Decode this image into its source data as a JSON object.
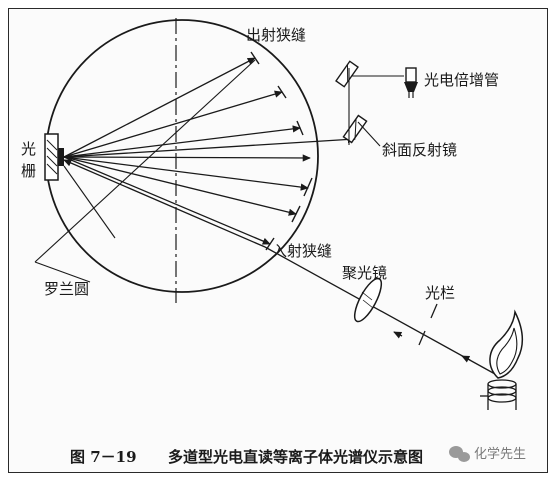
{
  "labels": {
    "exit_slit": "出射狭缝",
    "pmt": "光电倍增管",
    "inclined_mirror": "斜面反射镜",
    "grating_char1": "光",
    "grating_char2": "栅",
    "entrance_slit": "入射狭缝",
    "rowland_circle": "罗兰圆",
    "condenser_lens": "聚光镜",
    "light_stop": "光栏"
  },
  "caption": {
    "figure_number": "图 7－19",
    "title": "多道型光电直读等离子体光谱仪示意图"
  },
  "watermark": "化学先生",
  "icons": [
    "grating-icon",
    "pmt-icon",
    "mirror-icon",
    "lens-icon",
    "flame-icon",
    "wechat-icon"
  ]
}
